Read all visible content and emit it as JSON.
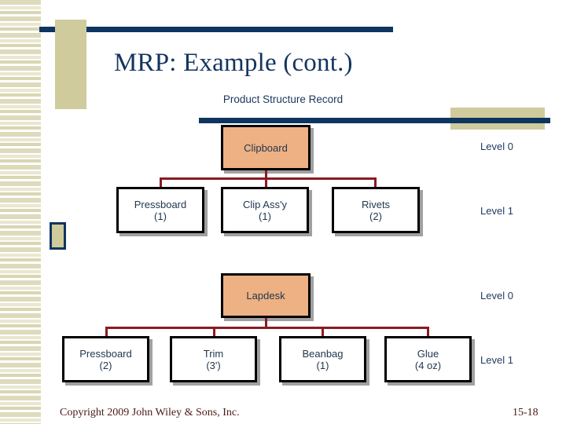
{
  "slide": {
    "title": "MRP: Example (cont.)",
    "subtitle": "Product Structure Record",
    "page_number": "15-18",
    "copyright": "Copyright 2009 John Wiley & Sons, Inc.",
    "colors": {
      "navy": "#0d3560",
      "gold": "#cfcb9c",
      "parent_node_fill": "#edb183",
      "connector": "#8c1b22",
      "title_text": "#13345e",
      "footer_text": "#4a1a14"
    }
  },
  "diagram": {
    "type": "product-structure-tree",
    "trees": [
      {
        "id": "clipboard-tree",
        "level_label_parent": "Level 0",
        "level_label_children": "Level 1",
        "parent": {
          "name": "Clipboard",
          "qty": ""
        },
        "children": [
          {
            "name": "Pressboard",
            "qty": "(1)"
          },
          {
            "name": "Clip Ass'y",
            "qty": "(1)"
          },
          {
            "name": "Rivets",
            "qty": "(2)"
          }
        ]
      },
      {
        "id": "lapdesk-tree",
        "level_label_parent": "Level 0",
        "level_label_children": "Level 1",
        "parent": {
          "name": "Lapdesk",
          "qty": ""
        },
        "children": [
          {
            "name": "Pressboard",
            "qty": "(2)"
          },
          {
            "name": "Trim",
            "qty": "(3')"
          },
          {
            "name": "Beanbag",
            "qty": "(1)"
          },
          {
            "name": "Glue",
            "qty": "(4 oz)"
          }
        ]
      }
    ]
  }
}
